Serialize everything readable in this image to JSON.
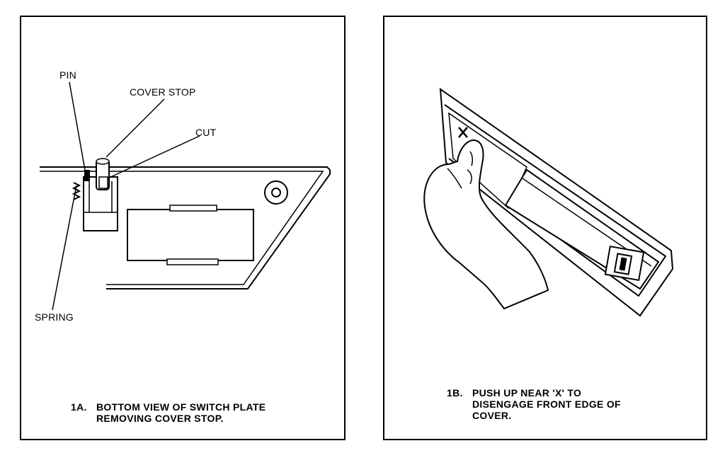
{
  "panel_a": {
    "labels": {
      "pin": "PIN",
      "cover_stop": "COVER STOP",
      "cut": "CUT",
      "spring": "SPRING"
    },
    "caption": {
      "number": "1A.",
      "line1": "BOTTOM VIEW OF SWITCH PLATE",
      "line2": "REMOVING COVER STOP."
    }
  },
  "panel_b": {
    "mark": "X",
    "caption": {
      "number": "1B.",
      "line1": "PUSH UP NEAR 'X' TO",
      "line2": "DISENGAGE FRONT EDGE OF",
      "line3": "COVER."
    }
  }
}
